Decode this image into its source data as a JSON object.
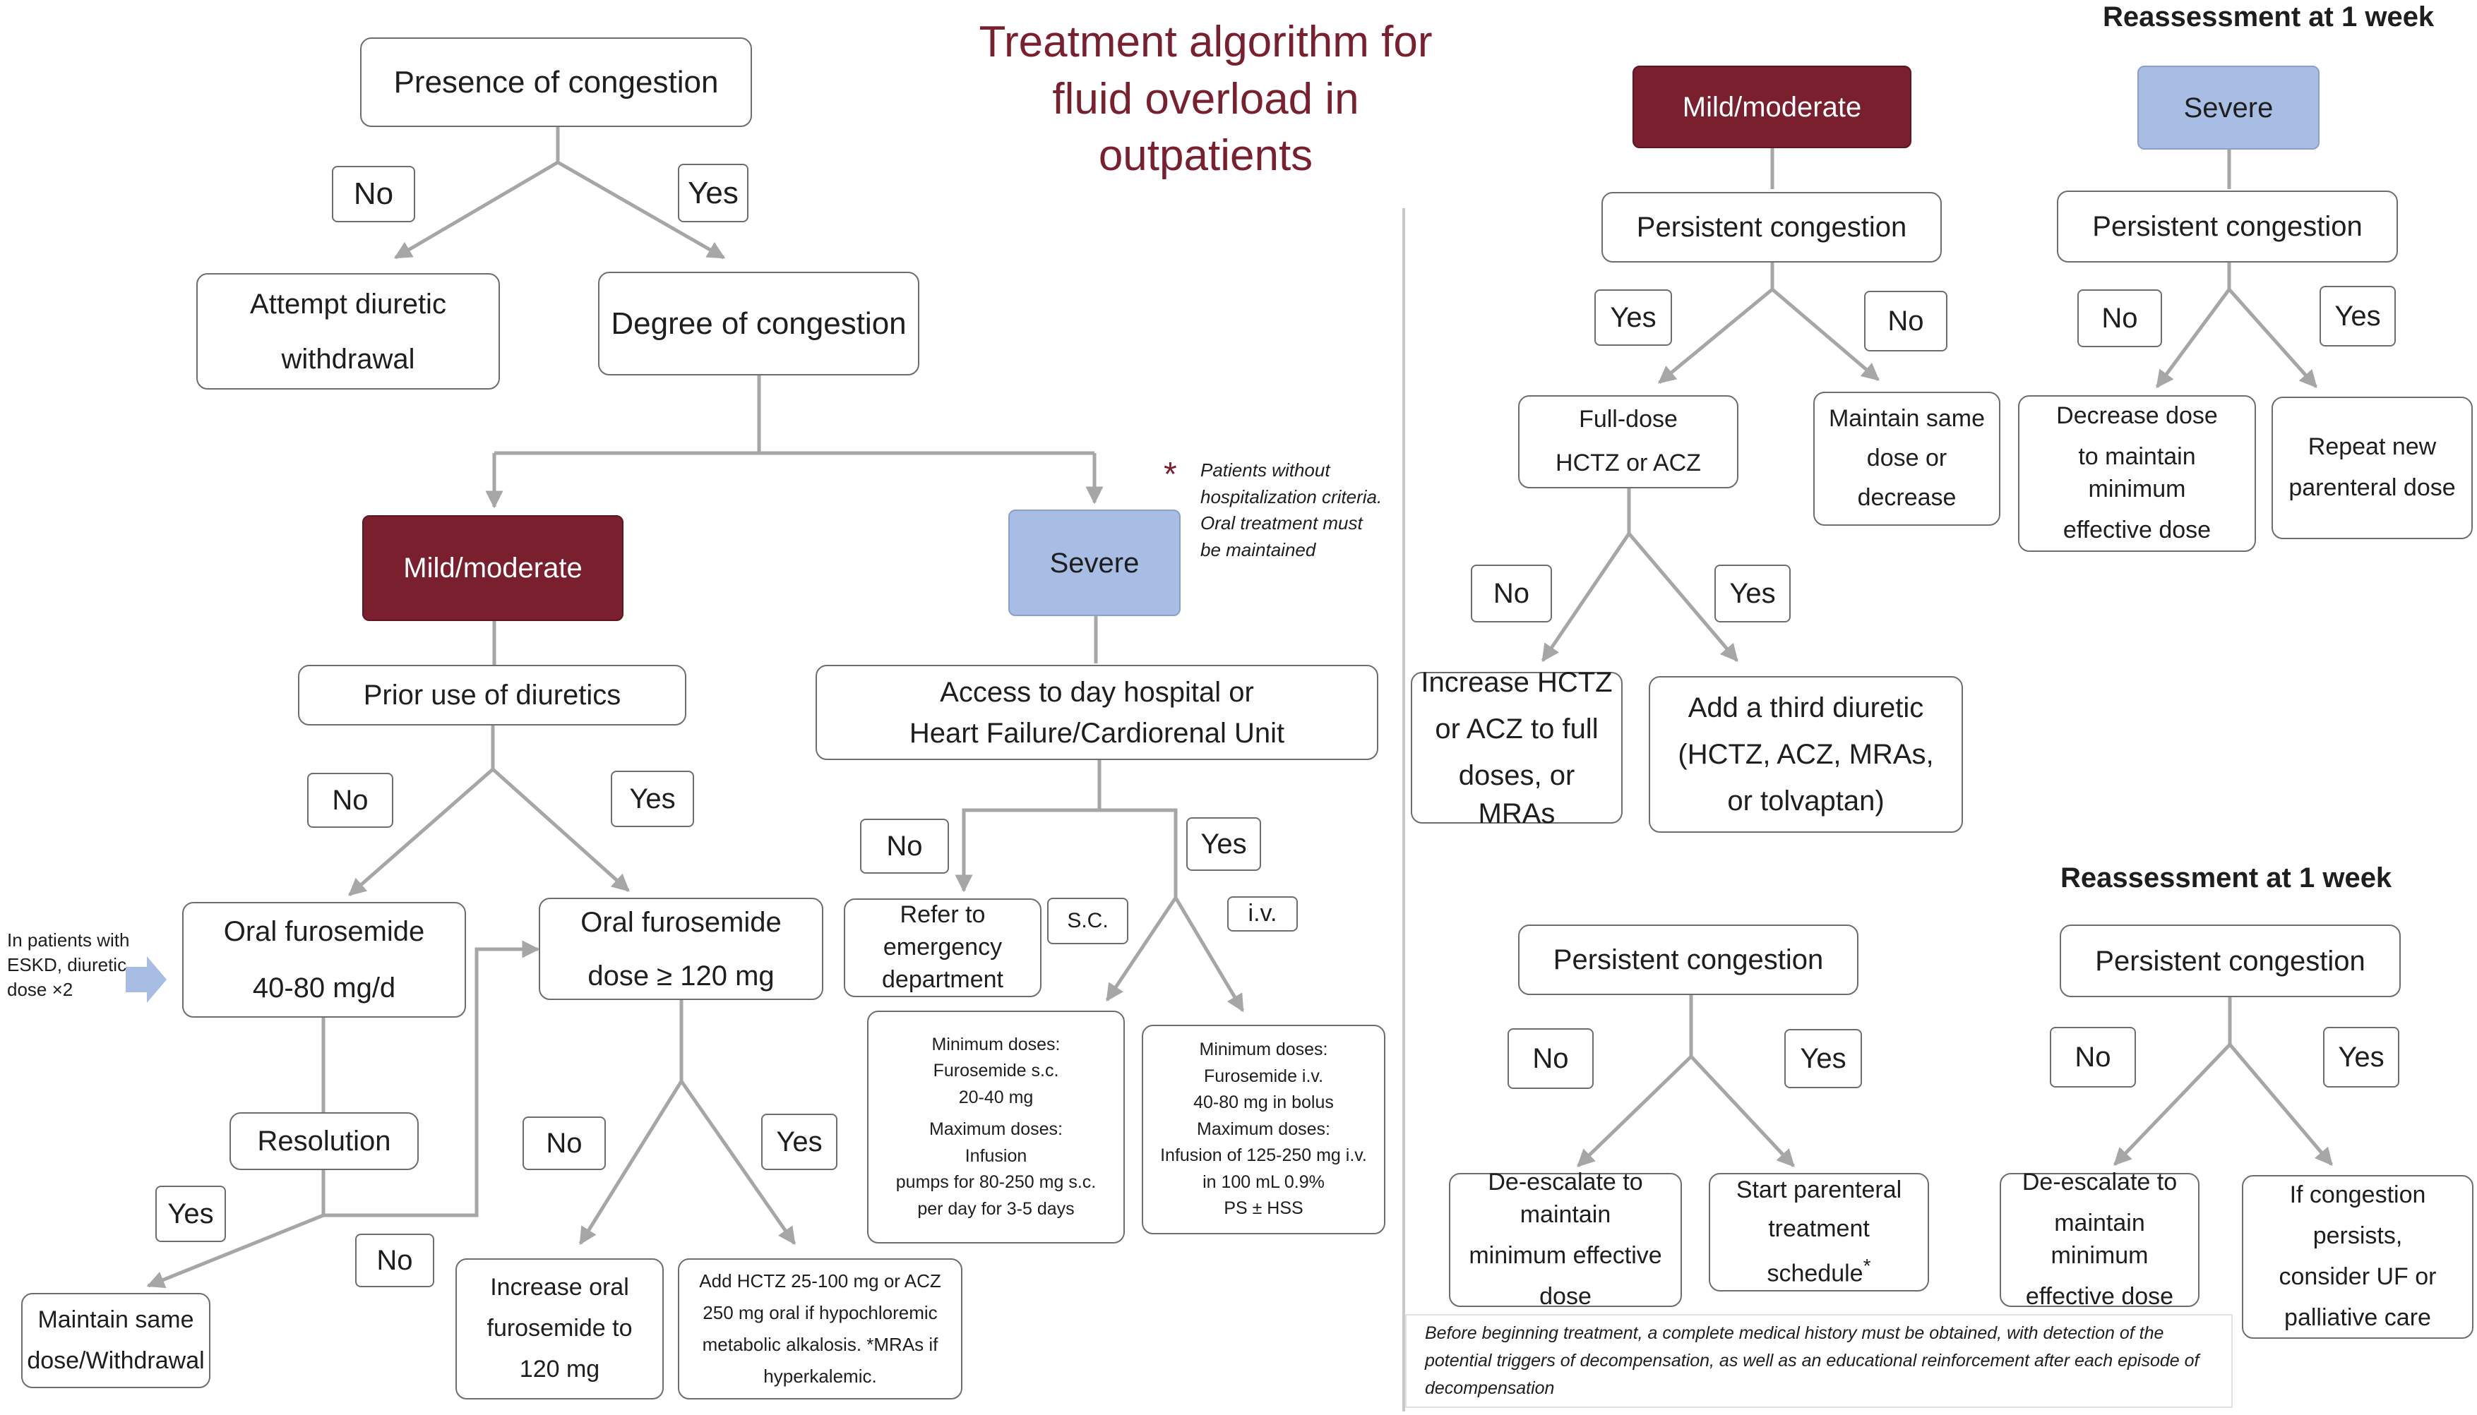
{
  "title": "Treatment algorithm for fluid overload in outpatients",
  "left": {
    "presence": "Presence of congestion",
    "no": "No",
    "yes": "Yes",
    "attempt_1": "Attempt diuretic",
    "attempt_2": "withdrawal",
    "degree": "Degree of congestion",
    "mild": "Mild/moderate",
    "severe": "Severe",
    "prior": "Prior use of diuretics",
    "oral_a_1": "Oral furosemide",
    "oral_a_2": "40-80 mg/d",
    "oral_b_1": "Oral furosemide",
    "oral_b_2": "dose ≥ 120 mg",
    "eskd_note": "In patients with ESKD, diuretic dose ×2",
    "resolution": "Resolution",
    "maintain_1": "Maintain same",
    "maintain_2": "dose/Withdrawal",
    "increase_1": "Increase oral",
    "increase_2": "furosemide to",
    "increase_3": "120 mg",
    "add_hctz_1": "Add HCTZ 25-100 mg or ACZ",
    "add_hctz_2": "250 mg oral if hypochloremic",
    "add_hctz_3": "metabolic alkalosis. *MRAs if",
    "add_hctz_4": "hyperkalemic.",
    "access_1": "Access to day hospital or",
    "access_2": "Heart Failure/Cardiorenal Unit",
    "refer_1": "Refer to",
    "refer_2": "emergency",
    "refer_3": "department",
    "sc": "S.C.",
    "iv": "i.v.",
    "sc_doses": [
      "Minimum doses:",
      "Furosemide s.c.",
      "20-40 mg",
      "Maximum doses:",
      "Infusion",
      "pumps for 80-250 mg s.c.",
      "per day for 3-5 days"
    ],
    "iv_doses": [
      "Minimum doses:",
      "Furosemide i.v.",
      "40-80 mg in bolus",
      "Maximum doses:",
      "Infusion of 125-250 mg i.v.",
      "in 100 mL 0.9%",
      "PS ± HSS"
    ],
    "star": "*",
    "star_note": [
      "Patients without",
      "hospitalization criteria.",
      "Oral treatment must",
      "be maintained"
    ]
  },
  "right": {
    "reassess_top": "Reassessment at 1 week",
    "reassess_bottom": "Reassessment at 1 week",
    "mild": "Mild/moderate",
    "severe": "Severe",
    "persistent": "Persistent congestion",
    "yes": "Yes",
    "no": "No",
    "full_1": "Full-dose",
    "full_2": "HCTZ or ACZ",
    "maintain_1": "Maintain same",
    "maintain_2": "dose or",
    "maintain_3": "decrease",
    "decrease_1": "Decrease dose",
    "decrease_2": "to maintain minimum",
    "decrease_3": "effective dose",
    "repeat_1": "Repeat new",
    "repeat_2": "parenteral dose",
    "increase_1": "Increase HCTZ",
    "increase_2": "or ACZ to full",
    "increase_3": "doses, or MRAs",
    "third_1": "Add a third diuretic",
    "third_2": "(HCTZ, ACZ, MRAs,",
    "third_3": "or tolvaptan)",
    "deesc_a_1": "De-escalate to maintain",
    "deesc_a_2": "minimum effective",
    "deesc_a_3": "dose",
    "start_1": "Start parenteral",
    "start_2": "treatment",
    "start_3": "schedule",
    "start_star": "*",
    "deesc_b_1": "De-escalate to",
    "deesc_b_2": "maintain minimum",
    "deesc_b_3": "effective dose",
    "if_1": "If congestion",
    "if_2": "persists,",
    "if_3": "consider UF or",
    "if_4": "palliative care",
    "footnote_1": "Before beginning treatment, a complete medical history must be obtained, with detection of the",
    "footnote_2": "potential triggers of decompensation, as well as an educational reinforcement after each episode of",
    "footnote_3": "decompensation"
  },
  "colors": {
    "mild": "#7a1f2e",
    "severe": "#a8bde4",
    "title": "#7a1f2e",
    "connector": "#a6a6a6",
    "eskd_arrow": "#a8bde4"
  }
}
